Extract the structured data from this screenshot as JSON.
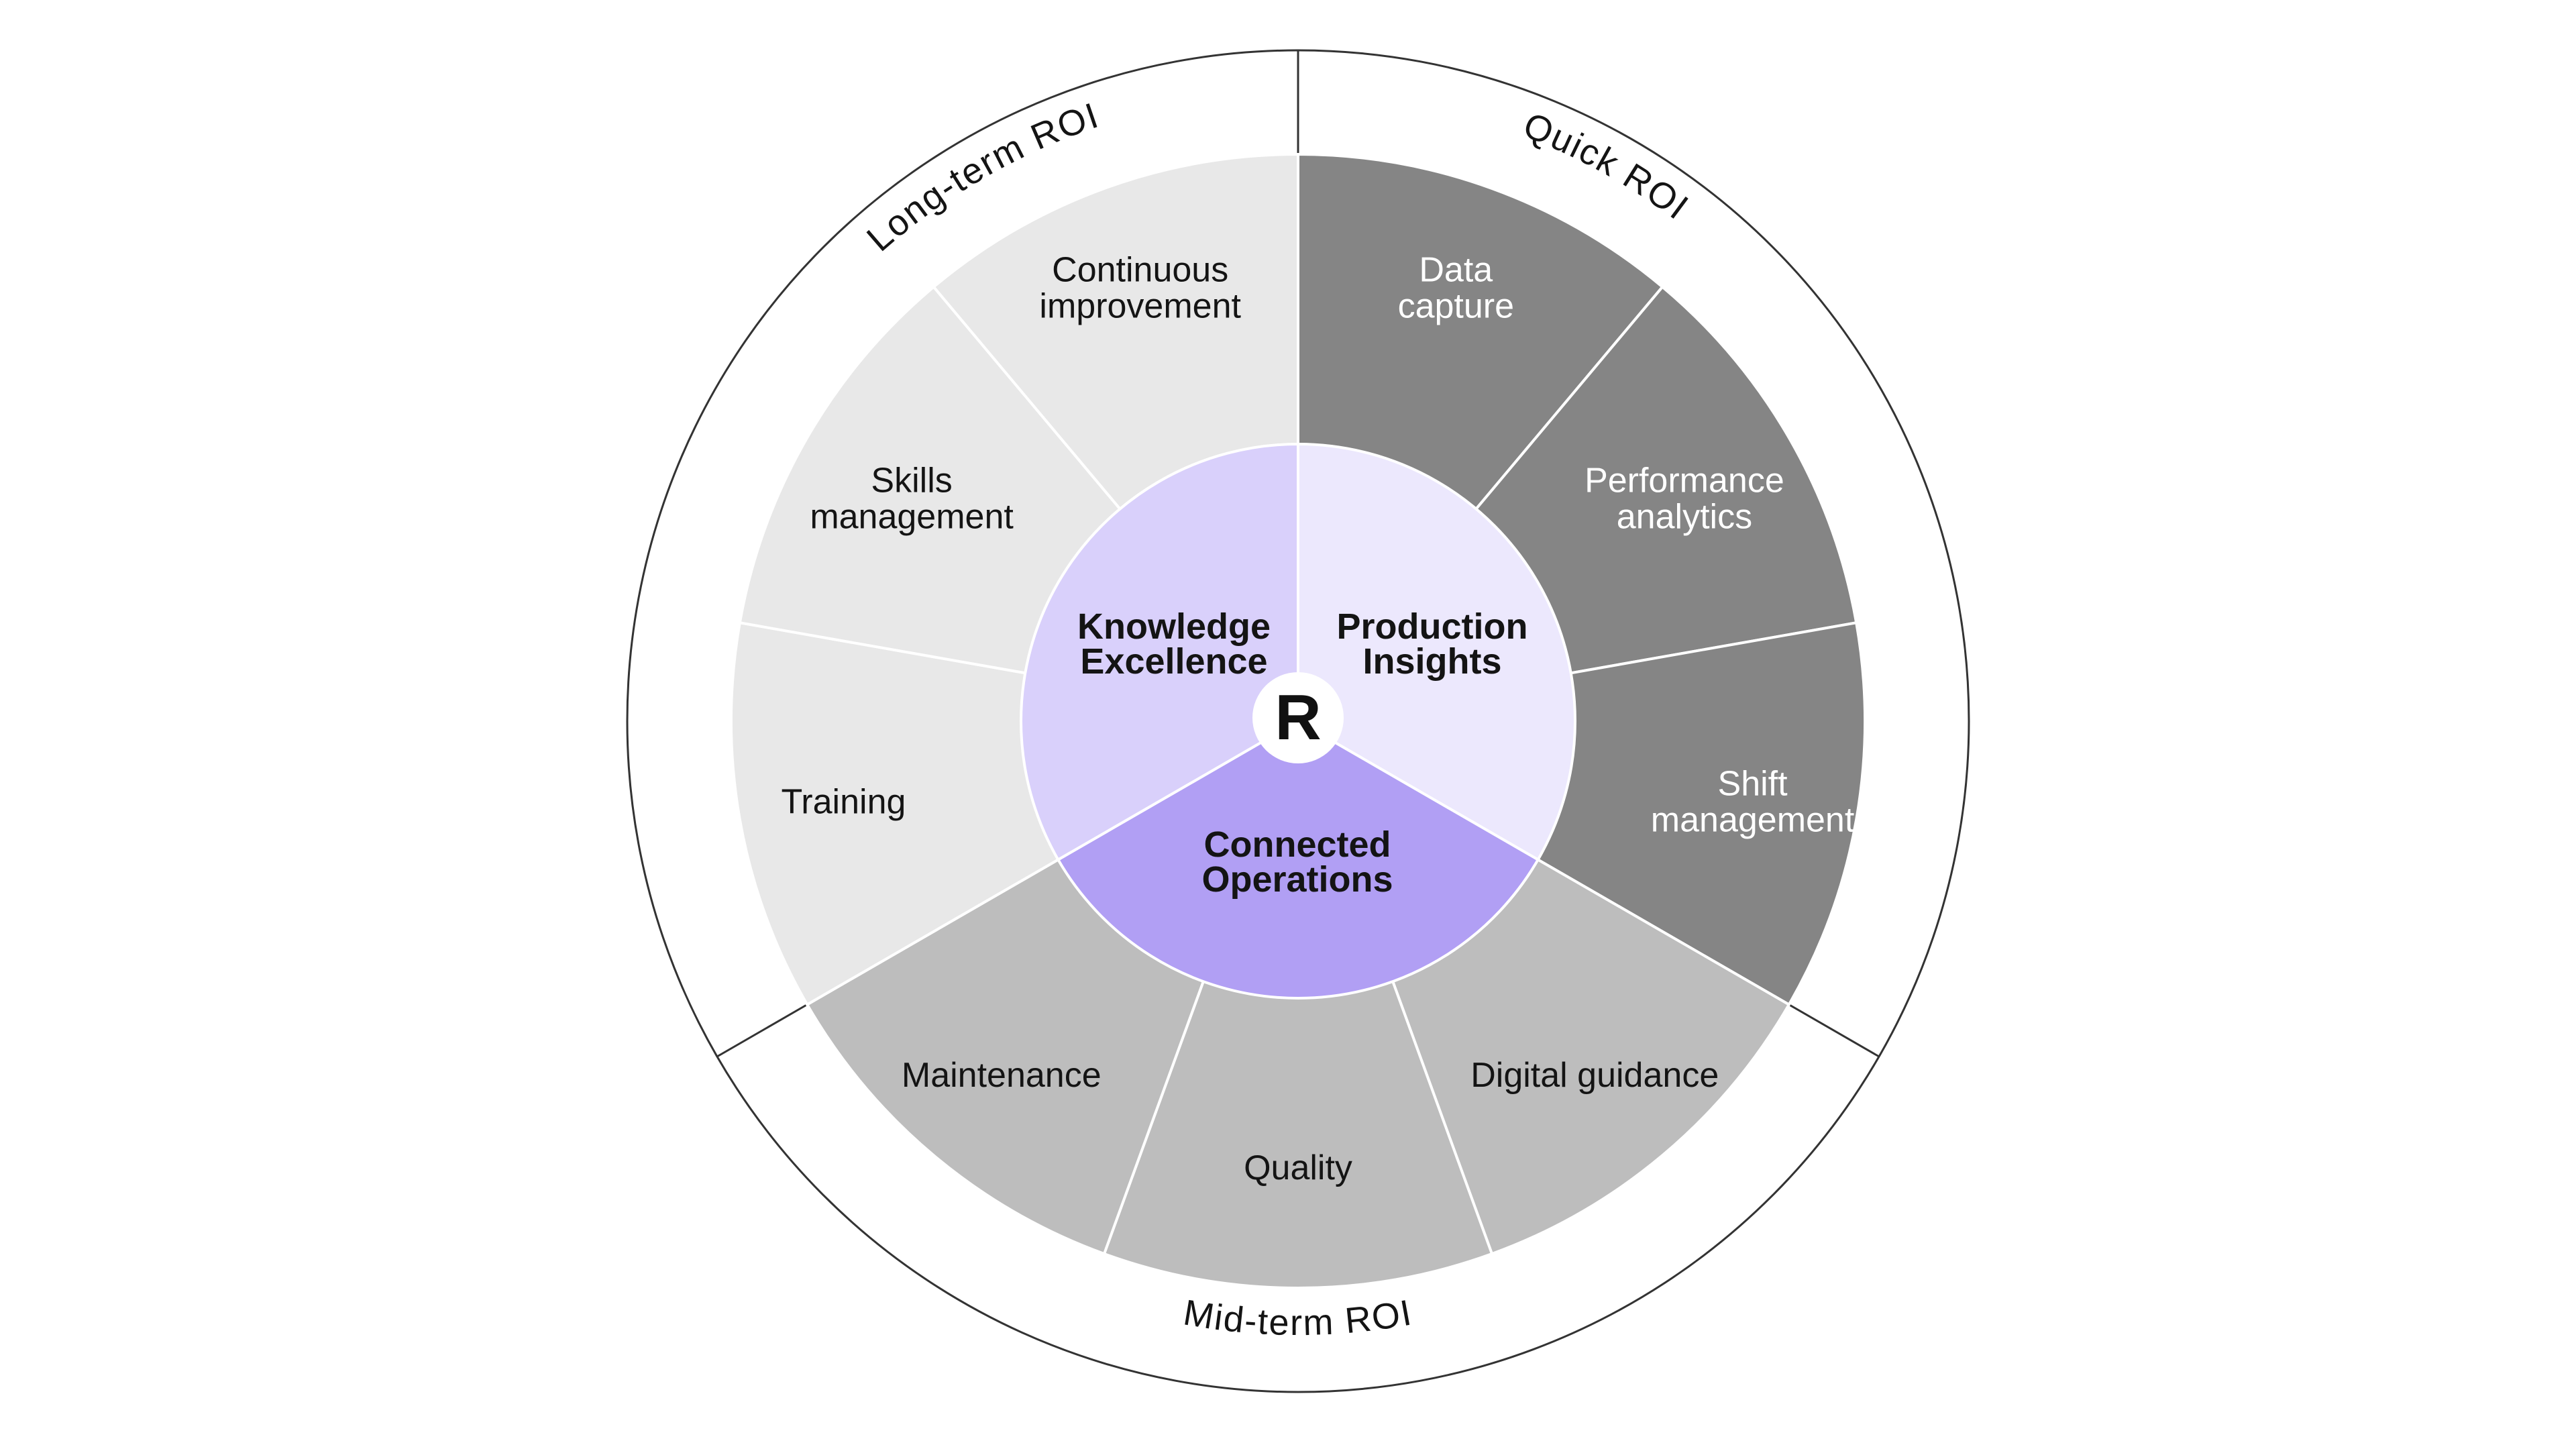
{
  "colors": {
    "background": "#ffffff",
    "outline": "#333333",
    "divider": "#ffffff",
    "text_dark": "#141414",
    "text_light": "#ffffff",
    "long_term_segments": "#e8e8e8",
    "mid_term_segments": "#bdbdbd",
    "quick_segments": "#858585",
    "hub_knowledge": "#d9d0fb",
    "hub_production": "#ece8fd",
    "hub_connected": "#b19ff4",
    "logo_bg": "#ffffff",
    "logo_fg": "#111111"
  },
  "ring": {
    "sections": [
      {
        "id": "quick",
        "label": "Quick ROI"
      },
      {
        "id": "mid",
        "label": "Mid-term ROI"
      },
      {
        "id": "long",
        "label": "Long-term ROI"
      }
    ]
  },
  "segments": [
    {
      "id": "data-capture",
      "group": "quick",
      "lines": [
        "Data",
        "capture"
      ]
    },
    {
      "id": "performance-analytics",
      "group": "quick",
      "lines": [
        "Performance",
        "analytics"
      ]
    },
    {
      "id": "shift-management",
      "group": "quick",
      "lines": [
        "Shift",
        "management"
      ]
    },
    {
      "id": "digital-guidance",
      "group": "mid",
      "lines": [
        "Digital guidance"
      ]
    },
    {
      "id": "quality",
      "group": "mid",
      "lines": [
        "Quality"
      ]
    },
    {
      "id": "maintenance",
      "group": "mid",
      "lines": [
        "Maintenance"
      ]
    },
    {
      "id": "training",
      "group": "long",
      "lines": [
        "Training"
      ]
    },
    {
      "id": "skills-management",
      "group": "long",
      "lines": [
        "Skills",
        "management"
      ]
    },
    {
      "id": "continuous-improvement",
      "group": "long",
      "lines": [
        "Continuous",
        "improvement"
      ]
    }
  ],
  "hub": [
    {
      "id": "production-insights",
      "lines": [
        "Production",
        "Insights"
      ],
      "color_key": "hub_production"
    },
    {
      "id": "connected-operations",
      "lines": [
        "Connected",
        "Operations"
      ],
      "color_key": "hub_connected"
    },
    {
      "id": "knowledge-excellence",
      "lines": [
        "Knowledge",
        "Excellence"
      ],
      "color_key": "hub_knowledge"
    }
  ],
  "logo": {
    "icon": "r-brand-logo-icon"
  }
}
